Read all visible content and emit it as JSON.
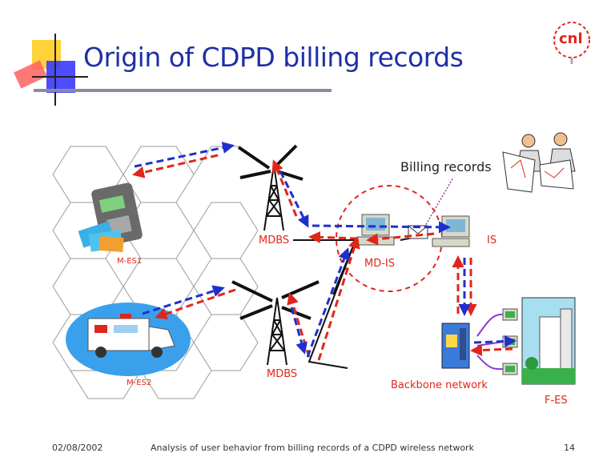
{
  "slide": {
    "title": "Origin of CDPD billing records",
    "logo_text": "cnl",
    "labels": {
      "billing_records": "Billing records",
      "mdbs_top": "MDBS",
      "mdbs_bottom": "MDBS",
      "md_is": "MD-IS",
      "is": "IS",
      "m_es1": "M-ES1",
      "m_es2": "M-ES2",
      "backbone_network": "Backbone network",
      "f_es": "F-ES"
    },
    "footer": {
      "date": "02/08/2002",
      "subtitle": "Analysis of user behavior from billing records of a CDPD wireless network",
      "page_number": "14"
    }
  },
  "colors": {
    "title": "#1f2fa8",
    "red_arrow": "#e0261b",
    "blue_arrow": "#1f2fcc",
    "label_red": "#e0261b"
  }
}
